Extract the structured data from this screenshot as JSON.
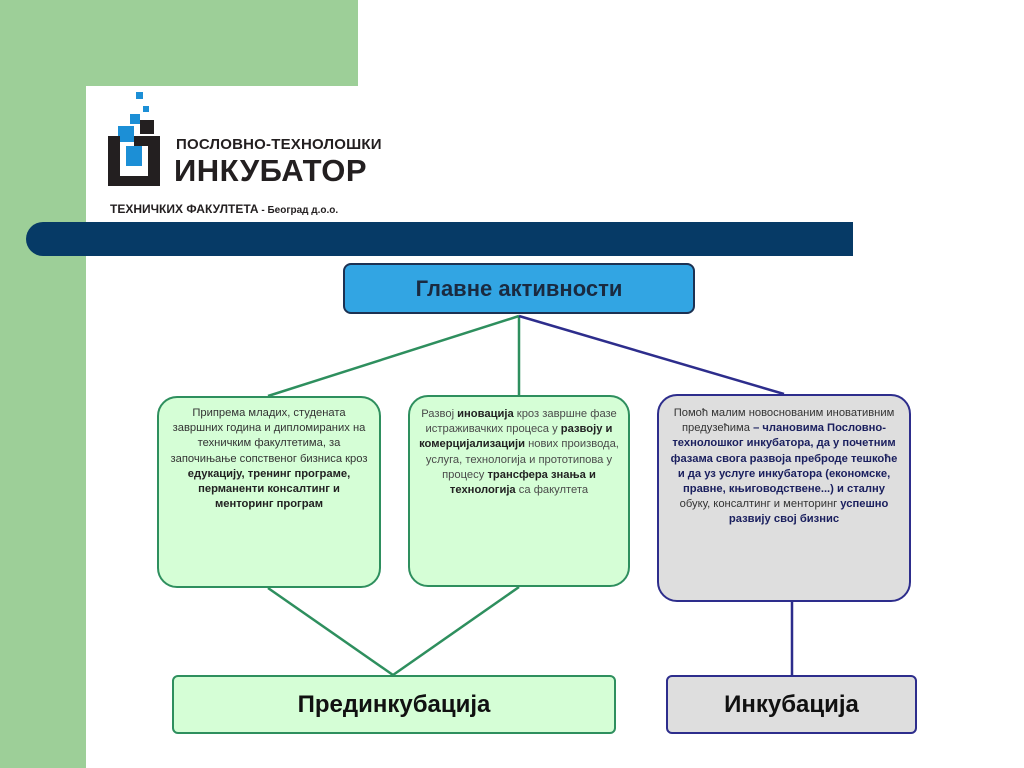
{
  "logo": {
    "line1": "ПОСЛОВНО-ТЕХНОЛОШКИ",
    "line2": "ИНКУБАТОР",
    "line3_main": "ТЕХНИЧКИХ ФАКУЛТЕТА",
    "line3_small": " - Београд д.о.о."
  },
  "colors": {
    "green_band": "#9dcf98",
    "dark_blue_bar": "#063a66",
    "title_fill": "#32a5e3",
    "green_box_fill": "#d5fed6",
    "green_border": "#2e8f5e",
    "gray_box_fill": "#dedede",
    "navy_border": "#2d2d8c"
  },
  "diagram": {
    "title": "Главне активности",
    "activity1": {
      "t1": "Припрема младих, студената завршних година и дипломираних на техничким факултетима, за започињање сопственог бизниса кроз",
      "t2": " едукацију, тренинг програме, перманенти консалтинг и менторинг програм"
    },
    "activity2": {
      "t1": "Развој ",
      "t2": "иновација",
      "t3": " кроз завршне фазе истраживачких процеса у ",
      "t4": "развоју и комерцијализацији",
      "t5": " нових производа, услуга, технологија и прототипова у процесу ",
      "t6": "трансфера знања и технологија",
      "t7": " са факултета"
    },
    "activity3": {
      "t1": "Помоћ малим новоснованим иновативним предузећима ",
      "t2": "– члановима Пословно-технолошког инкубатора, да у почетним фазама свога развоја преброде тешкоће",
      "t3": "и да уз услуге инкубатора (економске, правне, књиговодствене...) и сталну",
      "t4": " обуку, консалтинг и менторинг",
      "t5": " успешно развију свој бизнис"
    },
    "stage1": "Прединкубација",
    "stage2": "Инкубација"
  }
}
